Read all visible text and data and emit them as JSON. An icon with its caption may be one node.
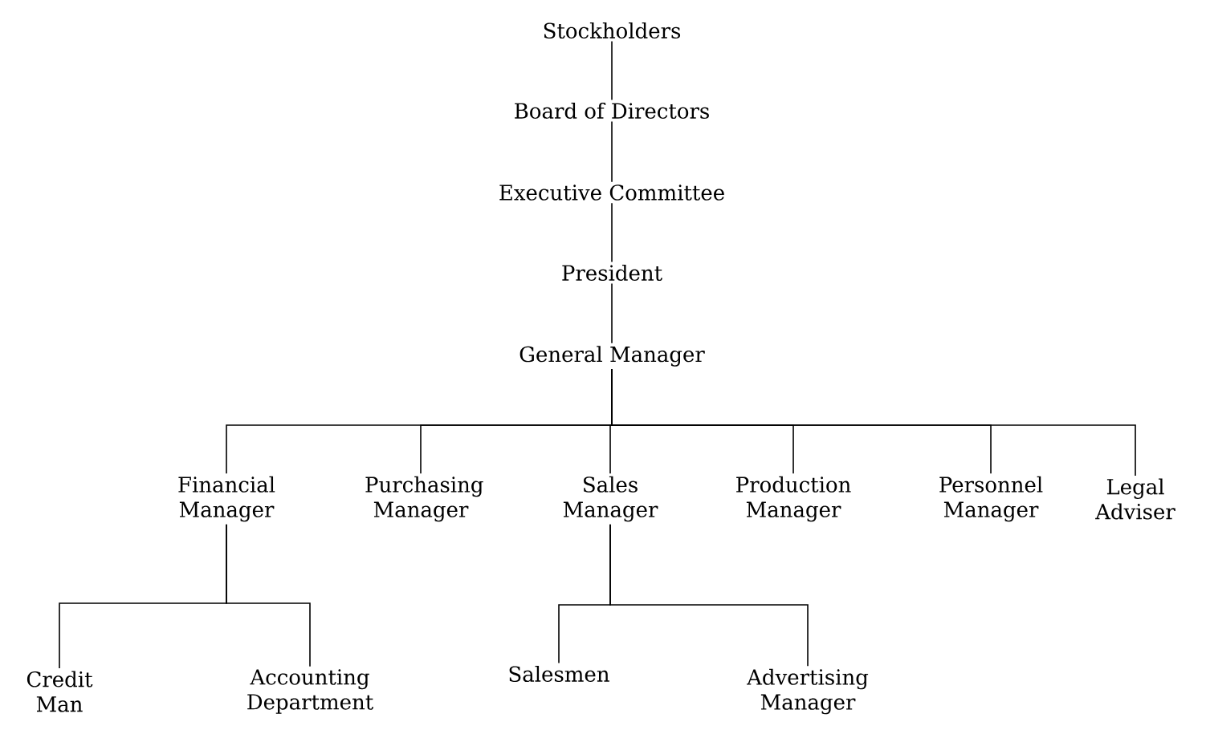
{
  "diagram": {
    "nodes": [
      {
        "text": [
          "Stockholders"
        ]
      },
      {
        "text": [
          "Board of Directors"
        ]
      },
      {
        "text": [
          "Executive Committee"
        ]
      },
      {
        "text": [
          "President"
        ]
      },
      {
        "text": [
          "General Manager"
        ]
      },
      {
        "text": [
          "Financial Manager"
        ]
      },
      {
        "text": [
          "Purchasing Manager"
        ]
      },
      {
        "text": [
          "Sales Manager"
        ]
      },
      {
        "text": [
          "Production Manager"
        ]
      },
      {
        "text": [
          "Personnel Manager"
        ]
      },
      {
        "text": [
          "Legal Adviser"
        ]
      },
      {
        "text": [
          "Credit Man"
        ]
      },
      {
        "text": [
          "Accounting Department"
        ]
      },
      {
        "text": [
          "Salesmen"
        ]
      },
      {
        "text": [
          "Advertising Manager"
        ]
      }
    ],
    "edges": [
      {
        "from": 0,
        "to": 1,
        "arrow": "none"
      },
      {
        "from": 1,
        "to": 2,
        "arrow": "none"
      },
      {
        "from": 2,
        "to": 3,
        "arrow": "none"
      },
      {
        "from": 3,
        "to": 4,
        "arrow": "none"
      },
      {
        "from": 4,
        "to": 5,
        "arrow": "none"
      },
      {
        "from": 4,
        "to": 6,
        "arrow": "none"
      },
      {
        "from": 4,
        "to": 7,
        "arrow": "none"
      },
      {
        "from": 4,
        "to": 8,
        "arrow": "none"
      },
      {
        "from": 4,
        "to": 9,
        "arrow": "none"
      },
      {
        "from": 4,
        "to": 10,
        "arrow": "none"
      },
      {
        "from": 5,
        "to": 11,
        "arrow": "none"
      },
      {
        "from": 5,
        "to": 12,
        "arrow": "none"
      },
      {
        "from": 7,
        "to": 13,
        "arrow": "none"
      },
      {
        "from": 7,
        "to": 14,
        "arrow": "none"
      }
    ]
  }
}
